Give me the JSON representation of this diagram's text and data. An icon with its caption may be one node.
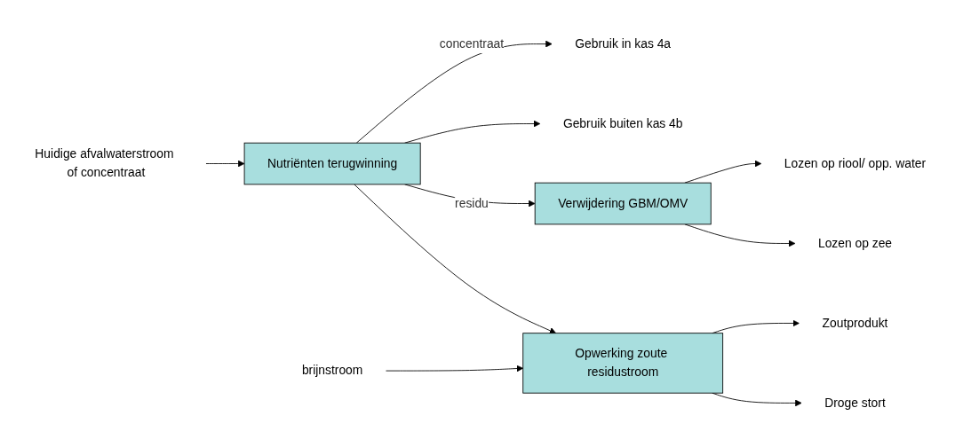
{
  "diagram": {
    "nodes": [
      {
        "text": [
          "Huidige afvalwaterstroom of concentraat"
        ]
      },
      {
        "text": [
          "Nutriënten terugwinning"
        ]
      },
      {
        "text": [
          "Gebruik in kas 4a"
        ]
      },
      {
        "text": [
          "Gebruik buiten kas 4b"
        ]
      },
      {
        "text": [
          "Verwijdering GBM/OMV"
        ]
      },
      {
        "text": [
          "Lozen op riool/ opp. water"
        ]
      },
      {
        "text": [
          "Lozen op zee"
        ]
      },
      {
        "text": [
          "brijnstroom"
        ]
      },
      {
        "text": [
          "Opwerking zoute residustroom"
        ]
      },
      {
        "text": [
          "Zoutprodukt"
        ]
      },
      {
        "text": [
          "Droge stort"
        ]
      }
    ],
    "edges": [
      {
        "from": 0,
        "to": 1,
        "arrow": "to"
      },
      {
        "from": 1,
        "to": 2,
        "arrow": "to",
        "label": "concentraat"
      },
      {
        "from": 1,
        "to": 3,
        "arrow": "to"
      },
      {
        "from": 1,
        "to": 4,
        "arrow": "to",
        "label": "residu"
      },
      {
        "from": 1,
        "to": 8,
        "arrow": "to"
      },
      {
        "from": 4,
        "to": 5,
        "arrow": "to"
      },
      {
        "from": 4,
        "to": 6,
        "arrow": "to"
      },
      {
        "from": 7,
        "to": 8,
        "arrow": "to"
      },
      {
        "from": 8,
        "to": 9,
        "arrow": "to"
      },
      {
        "from": 8,
        "to": 10,
        "arrow": "to"
      }
    ]
  }
}
